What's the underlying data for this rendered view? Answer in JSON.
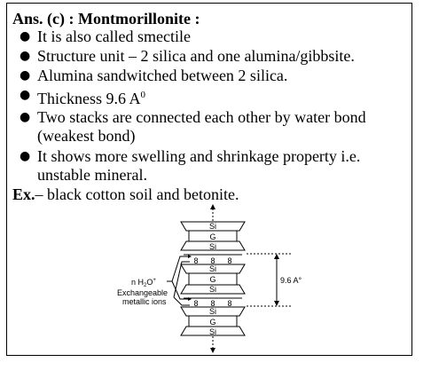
{
  "answer": {
    "prefix": "Ans. (c) : ",
    "title": "Montmorillonite :"
  },
  "bullets": [
    {
      "lines": [
        "It is also called smectile"
      ]
    },
    {
      "lines": [
        "Structure unit – 2 silica and one alumina/gibbsite."
      ]
    },
    {
      "lines": [
        "Alumina sandwitched between 2 silica."
      ]
    },
    {
      "lines": [
        "Thickness 9.6 A",
        "0"
      ]
    },
    {
      "lines": [
        "Two stacks are connected each other by water bond",
        "(weakest bond)"
      ]
    },
    {
      "lines": [
        "It shows more swelling and shrinkage property i.e.",
        "unstable mineral."
      ]
    }
  ],
  "example": {
    "label": "Ex.",
    "text": "– black cotton soil and betonite."
  },
  "diagram": {
    "layer_labels": [
      "Si",
      "G",
      "Si",
      "Si",
      "G",
      "Si",
      "Si",
      "G",
      "Si"
    ],
    "water_label_main": "n H",
    "water_label_sub": "2",
    "water_label_rest": "O",
    "water_label_sup": "+",
    "exchangeable_line1": "Exchangeable",
    "exchangeable_line2": "metallic ions",
    "thickness_label": "9.6 A°",
    "ion_symbol": "8"
  }
}
